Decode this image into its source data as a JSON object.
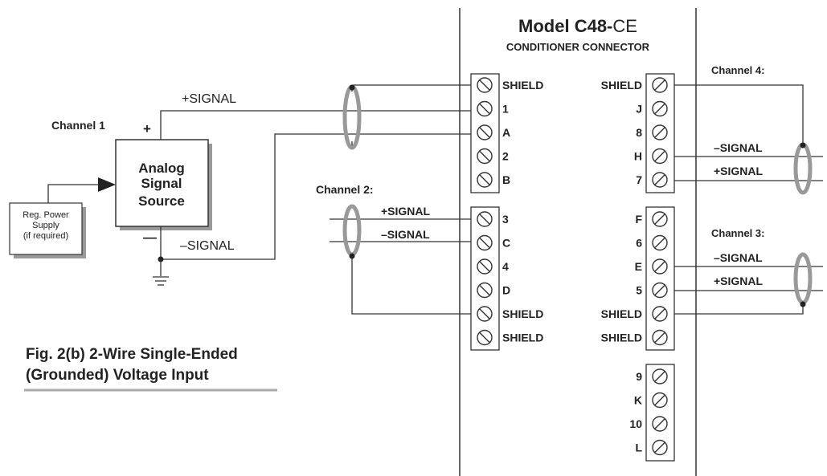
{
  "title": {
    "model": "Model C48-",
    "model_suffix": "CE",
    "subtitle": "CONDITIONER CONNECTOR"
  },
  "figure_caption": {
    "line1_prefix": "Fig. 2",
    "line1_rest": "(b)  2-Wire Single-Ended",
    "line2": "(Grounded) Voltage Input"
  },
  "source": {
    "channel_label": "Channel 1",
    "block_lines": [
      "Analog",
      "Signal",
      "Source"
    ],
    "plus": "+",
    "minus": "—",
    "plus_signal": "+SIGNAL",
    "minus_signal": "–SIGNAL"
  },
  "power_supply": {
    "lines": [
      "Reg. Power",
      "Supply",
      "(if required)"
    ]
  },
  "channel2": {
    "label": "Channel 2:",
    "plus_signal": "+SIGNAL",
    "minus_signal": "–SIGNAL"
  },
  "channel3": {
    "label": "Channel 3:",
    "minus_signal": "–SIGNAL",
    "plus_signal": "+SIGNAL"
  },
  "channel4": {
    "label": "Channel 4:",
    "minus_signal": "–SIGNAL",
    "plus_signal": "+SIGNAL"
  },
  "left_terminals": {
    "block1": [
      "SHIELD",
      "1",
      "A",
      "2",
      "B"
    ],
    "block2": [
      "3",
      "C",
      "4",
      "D",
      "SHIELD",
      "SHIELD"
    ]
  },
  "right_terminals": {
    "block1": [
      "SHIELD",
      "J",
      "8",
      "H",
      "7"
    ],
    "block2": [
      "F",
      "6",
      "E",
      "5",
      "SHIELD",
      "SHIELD"
    ],
    "block3": [
      "9",
      "K",
      "10",
      "L"
    ]
  }
}
